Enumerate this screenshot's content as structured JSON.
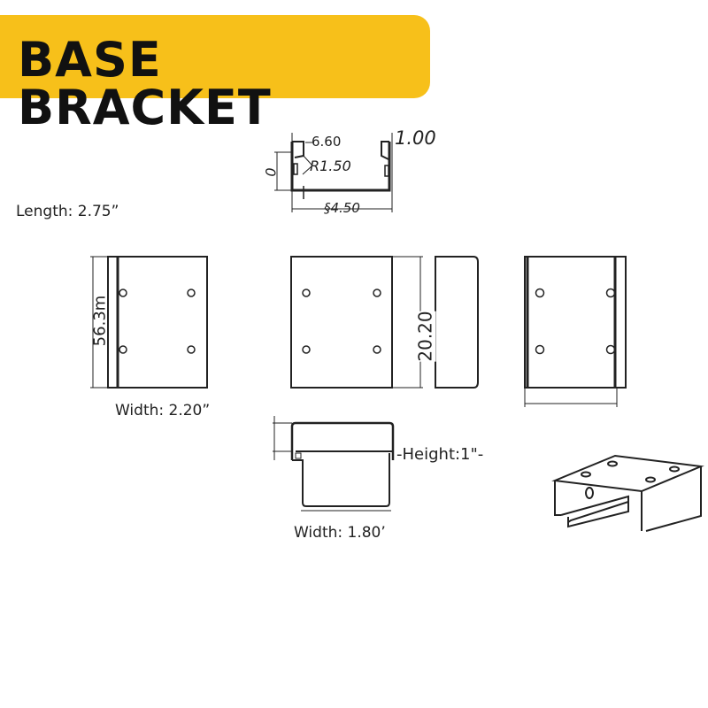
{
  "title": "BASE BRACKET",
  "colors": {
    "banner": "#f7c01a",
    "line": "#222222",
    "background": "#ffffff"
  },
  "profile_view": {
    "dims": {
      "top_flange": "6.60",
      "thickness": "1.00",
      "radius": "R1.50",
      "height": "0",
      "width": "§4.50"
    }
  },
  "labels": {
    "length": "Length: 2.75”",
    "width_left": "Width:  2.20”",
    "height": "-Height:1\"-",
    "width_bottom": "Width:  1.80’"
  },
  "side_view": {
    "dim_vertical": "56.3m"
  },
  "front_view": {
    "dim_vertical": "20.20"
  }
}
